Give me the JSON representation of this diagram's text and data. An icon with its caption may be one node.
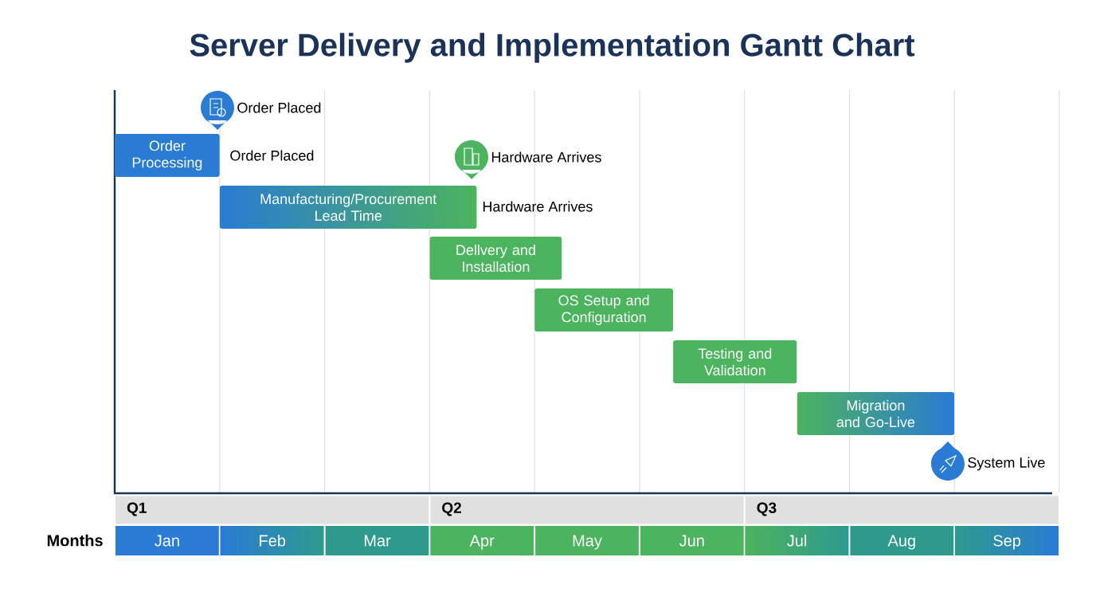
{
  "diagram": {
    "title": "Server Delivery and Implementation Gantt Chart",
    "nodes": [
      {
        "text": [],
        "shape": "pin",
        "beside": [
          "Order Placed"
        ]
      },
      {
        "text": [
          "Order Processing"
        ]
      },
      {
        "text": [],
        "shape": "pin",
        "beside": [
          "Hardware Arrives"
        ]
      },
      {
        "text": [
          "Manufacturing/Procurement Lead Time"
        ]
      },
      {
        "text": [
          "Dellvery and Installation"
        ]
      },
      {
        "text": [
          "OS Setup and Configuration"
        ]
      },
      {
        "text": [
          "Testing and Validation"
        ]
      },
      {
        "text": [
          "Migration and Go-Live"
        ]
      },
      {
        "text": [],
        "shape": "pin",
        "beside": [
          "System Live"
        ]
      },
      {
        "text": [
          "Q1"
        ]
      },
      {
        "text": [
          "Q2"
        ]
      },
      {
        "text": [
          "Q3"
        ]
      },
      {
        "text": [
          "Jan"
        ]
      },
      {
        "text": [
          "Feb"
        ]
      },
      {
        "text": [
          "Mar"
        ]
      },
      {
        "text": [
          "Apr"
        ]
      },
      {
        "text": [
          "May"
        ]
      },
      {
        "text": [
          "Jun"
        ]
      },
      {
        "text": [
          "Jul"
        ]
      },
      {
        "text": [
          "Aug"
        ]
      },
      {
        "text": [
          "Sep"
        ]
      }
    ],
    "labels": [
      "Order Placed",
      "Hardware Arrives",
      "Months"
    ]
  }
}
